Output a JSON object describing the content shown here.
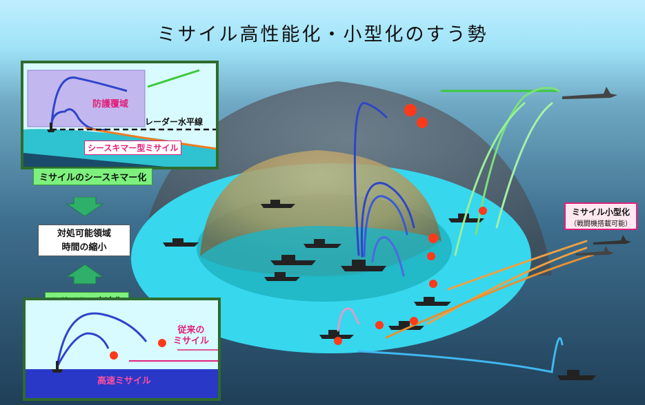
{
  "title": "ミサイル高性能化・小型化のすう勢",
  "sea_skimmer_panel": {
    "defense_area": "防護覆域",
    "radar_horizon": "レーダー水平線",
    "sea_skimmer_missile": "シースキマー型ミサイル",
    "caption": "ミサイルのシースキマー化"
  },
  "center_box": {
    "line1": "対処可能領域",
    "line2": "時間の縮小"
  },
  "high_speed_panel": {
    "caption": "ミサイルの高速化",
    "conventional_line1": "従来の",
    "conventional_line2": "ミサイル",
    "high_speed_missile": "高速ミサイル"
  },
  "miniaturization_box": {
    "line1": "ミサイル小型化",
    "line2": "（戦闘機搭載可能）"
  },
  "colors": {
    "accent_pink": "#e0207a",
    "panel_green": "#2e6b2e",
    "label_green": "#7df07d"
  }
}
